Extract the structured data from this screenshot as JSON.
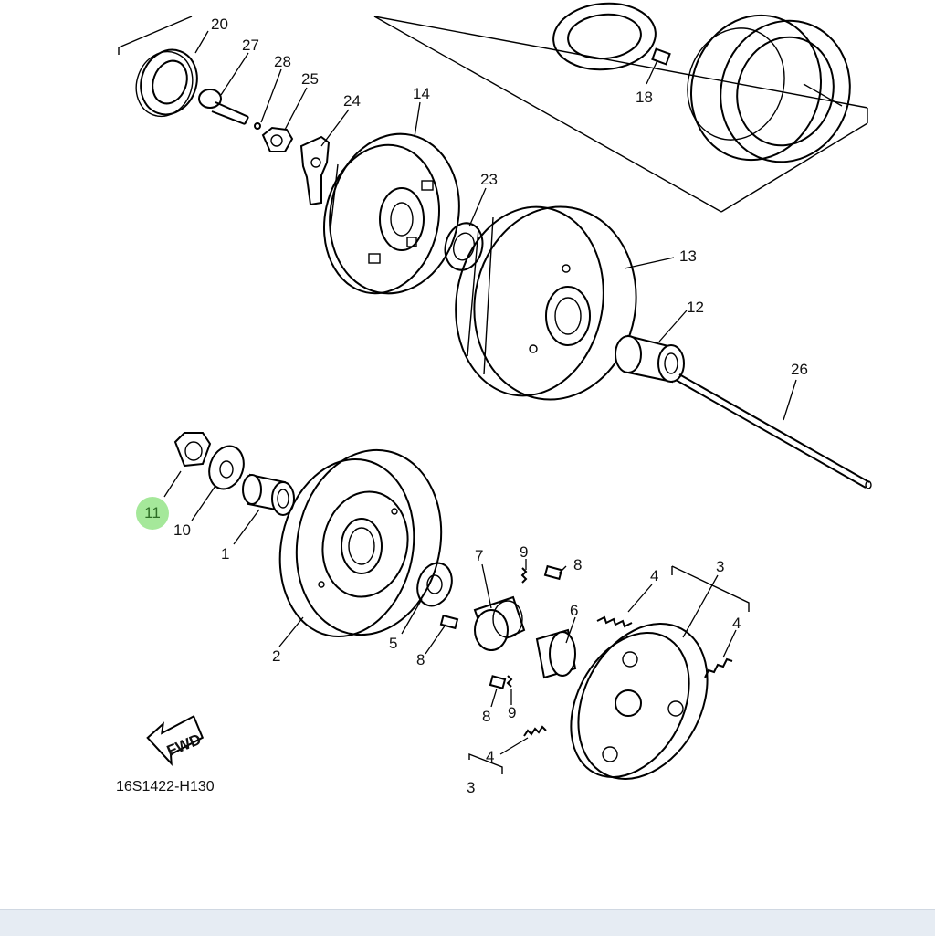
{
  "diagram": {
    "code": "16S1422-H130",
    "fwd_label": "FWD",
    "highlighted_label": "11",
    "callouts": {
      "c20": "20",
      "c27": "27",
      "c28": "28",
      "c25": "25",
      "c24": "24",
      "c14": "14",
      "c23": "23",
      "c18": "18",
      "c13": "13",
      "c12": "12",
      "c26": "26",
      "c10": "10",
      "c1": "1",
      "c2": "2",
      "c5": "5",
      "c7": "7",
      "c9a": "9",
      "c8a": "8",
      "c4a": "4",
      "c3a": "3",
      "c6": "6",
      "c4b": "4",
      "c8b": "8",
      "c8c": "8",
      "c9b": "9",
      "c4c": "4",
      "c3b": "3"
    }
  },
  "colors": {
    "highlight": "#9be58f",
    "bottom_bar": "#e6ecf3"
  }
}
